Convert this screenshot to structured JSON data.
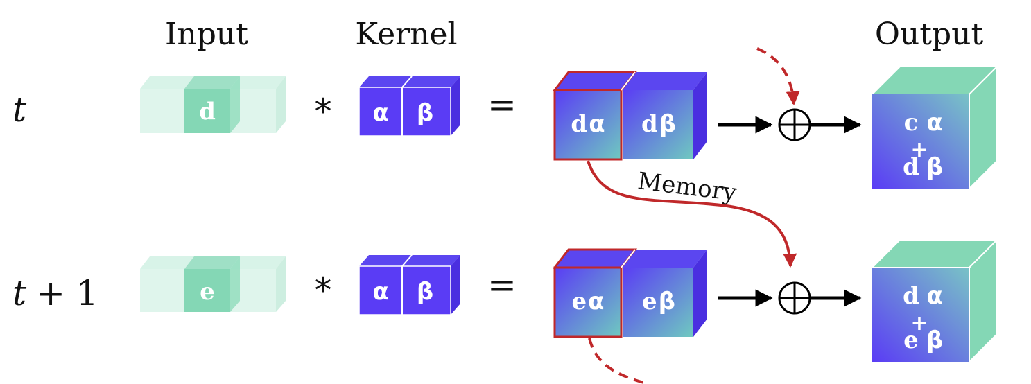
{
  "headers": {
    "input": "Input",
    "kernel": "Kernel",
    "output": "Output"
  },
  "rows": [
    {
      "label": "t",
      "label_suffix": "",
      "input_symbol": "d",
      "kernel": [
        "α",
        "β"
      ],
      "operator": "*",
      "equals": "=",
      "products": [
        {
          "left": "d",
          "right": "α"
        },
        {
          "left": "d",
          "right": "β"
        }
      ],
      "output": {
        "top_left": "c",
        "top_right": "α",
        "plus": "+",
        "bottom_left": "d",
        "bottom_right": "β"
      }
    },
    {
      "label": "t",
      "label_suffix": "+ 1",
      "input_symbol": "e",
      "kernel": [
        "α",
        "β"
      ],
      "operator": "*",
      "equals": "=",
      "products": [
        {
          "left": "e",
          "right": "α"
        },
        {
          "left": "e",
          "right": "β"
        }
      ],
      "output": {
        "top_left": "d",
        "top_right": "α",
        "plus": "+",
        "bottom_left": "e",
        "bottom_right": "β"
      }
    }
  ],
  "memory_label": "Memory",
  "sum_symbol": "⊕",
  "colors": {
    "teal": "#84d7b5",
    "teal_light": "#d8f3e8",
    "purple": "#5a3cf5",
    "purple_top": "#5b46f0",
    "memory_red": "#c0282a",
    "arrow_black": "#000000"
  }
}
